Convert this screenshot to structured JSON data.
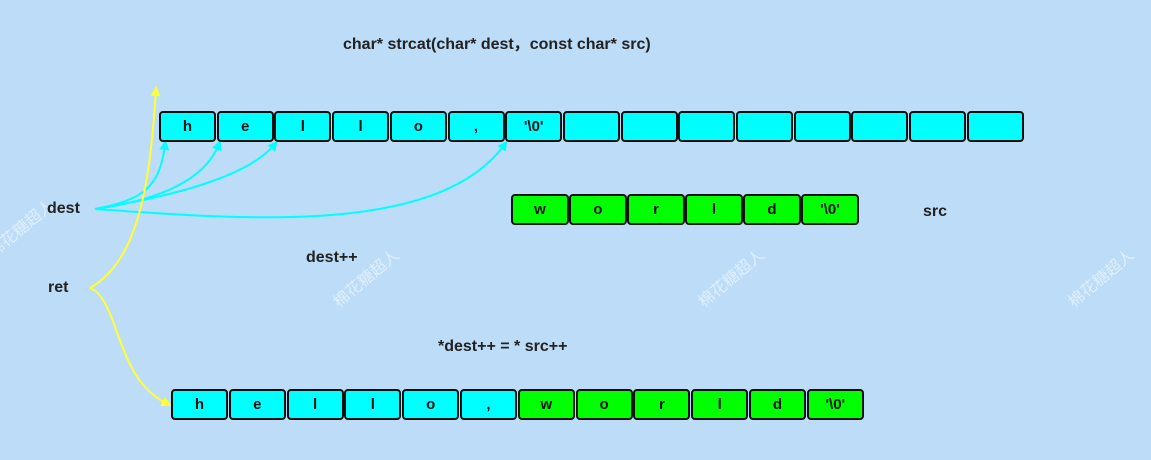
{
  "title": "char* strcat(char* dest，const char* src)",
  "labels": {
    "dest": "dest",
    "ret": "ret",
    "dest_inc": "dest++",
    "src": "src",
    "copy_expr": "*dest++ = * src++"
  },
  "dest_array": [
    "h",
    "e",
    "l",
    "l",
    "o",
    ",",
    "'\\0'",
    "",
    "",
    "",
    "",
    "",
    "",
    "",
    ""
  ],
  "src_array": [
    "w",
    "o",
    "r",
    "l",
    "d",
    "'\\0'"
  ],
  "result_array": [
    {
      "ch": "h",
      "from": "dest"
    },
    {
      "ch": "e",
      "from": "dest"
    },
    {
      "ch": "l",
      "from": "dest"
    },
    {
      "ch": "l",
      "from": "dest"
    },
    {
      "ch": "o",
      "from": "dest"
    },
    {
      "ch": ",",
      "from": "dest"
    },
    {
      "ch": "w",
      "from": "src"
    },
    {
      "ch": "o",
      "from": "src"
    },
    {
      "ch": "r",
      "from": "src"
    },
    {
      "ch": "l",
      "from": "src"
    },
    {
      "ch": "d",
      "from": "src"
    },
    {
      "ch": "'\\0'",
      "from": "src"
    }
  ],
  "watermark": "棉花糖超人",
  "colors": {
    "background": "#bcdcf8",
    "dest_cell": "#00ffff",
    "src_cell": "#00ff00",
    "dest_arrows": "#00ffff",
    "ret_arrows": "#ffff33"
  }
}
